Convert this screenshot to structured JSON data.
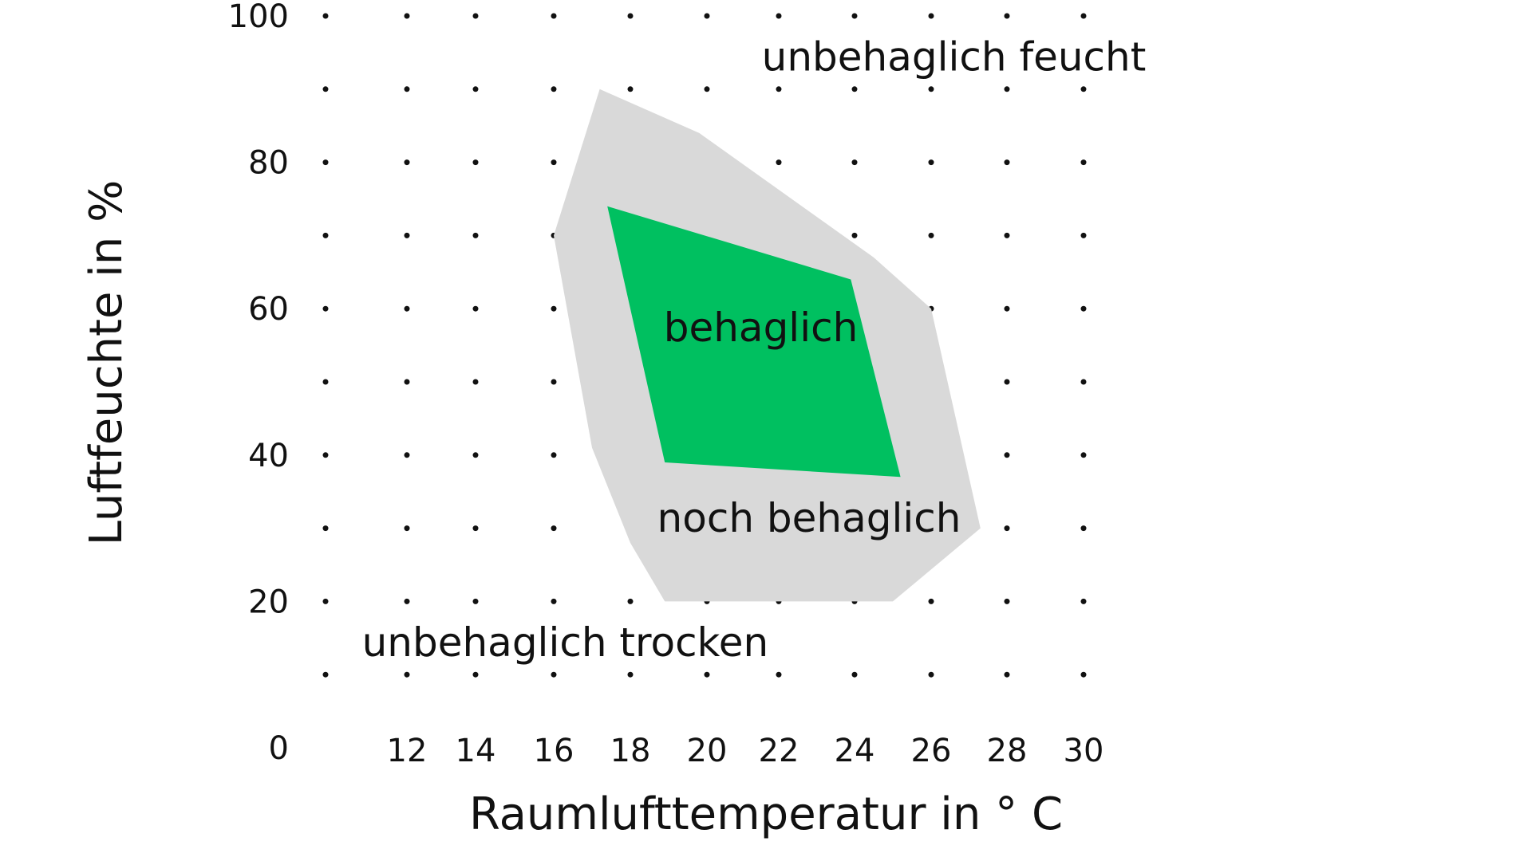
{
  "chart_data": {
    "type": "area",
    "xlabel": "Raumlufttemperatur in ° C",
    "ylabel": "Luftfeuchte in %",
    "x_ticks": [
      12,
      14,
      16,
      18,
      20,
      22,
      24,
      26,
      28,
      30
    ],
    "y_ticks": [
      0,
      20,
      40,
      60,
      80,
      100
    ],
    "xlim": [
      10,
      30
    ],
    "ylim": [
      0,
      100
    ],
    "grid": "dots",
    "series": [
      {
        "name": "noch behaglich",
        "color": "#d9d9d9",
        "points": [
          [
            17.2,
            90
          ],
          [
            19.8,
            84
          ],
          [
            24.5,
            67
          ],
          [
            26.0,
            60
          ],
          [
            27.3,
            30
          ],
          [
            25.0,
            20
          ],
          [
            18.9,
            20
          ],
          [
            18.0,
            28
          ],
          [
            17.0,
            41
          ],
          [
            16.0,
            70
          ]
        ]
      },
      {
        "name": "behaglich",
        "color": "#00c060",
        "points": [
          [
            17.4,
            74
          ],
          [
            23.9,
            64
          ],
          [
            25.2,
            37
          ],
          [
            18.9,
            39
          ]
        ]
      }
    ],
    "region_labels": [
      {
        "name": "unbehaglich feucht",
        "x": 26.6,
        "y": 94
      },
      {
        "name": "behaglich",
        "x": 21.5,
        "y": 57
      },
      {
        "name": "noch behaglich",
        "x": 22.8,
        "y": 31
      },
      {
        "name": "unbehaglich trocken",
        "x": 16.3,
        "y": 14
      }
    ]
  }
}
